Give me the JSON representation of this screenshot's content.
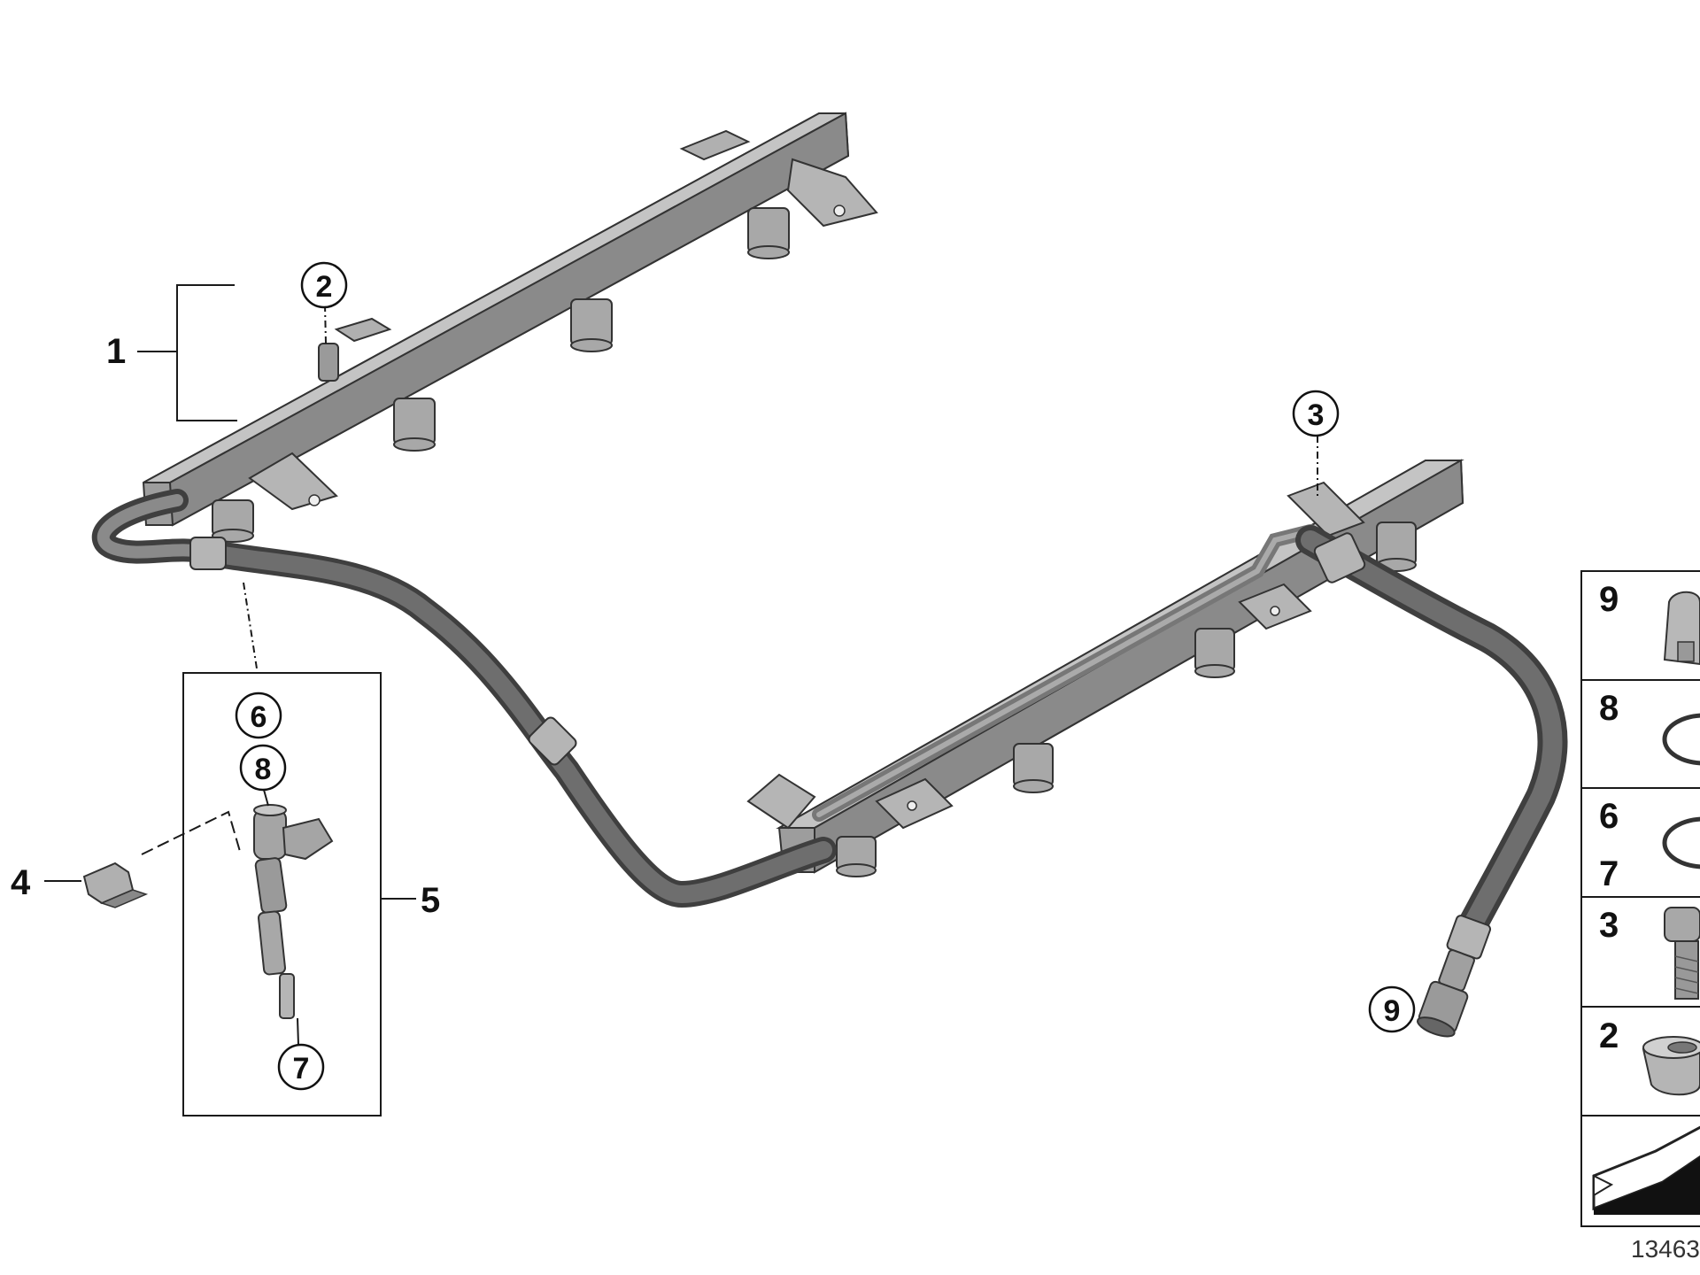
{
  "diagram": {
    "callouts": [
      {
        "id": "1",
        "label": "1"
      },
      {
        "id": "2",
        "label": "2"
      },
      {
        "id": "3",
        "label": "3"
      },
      {
        "id": "4",
        "label": "4"
      },
      {
        "id": "5",
        "label": "5"
      },
      {
        "id": "6",
        "label": "6"
      },
      {
        "id": "7",
        "label": "7"
      },
      {
        "id": "8",
        "label": "8"
      },
      {
        "id": "9-left",
        "label": "9"
      }
    ],
    "legend": {
      "items": [
        {
          "label": "9",
          "icon": "clip-icon"
        },
        {
          "label": "8",
          "icon": "o-ring-icon"
        },
        {
          "label": "6",
          "label2": "7",
          "icon": "o-ring-icon"
        },
        {
          "label": "3",
          "icon": "bolt-icon"
        },
        {
          "label": "2",
          "icon": "cap-icon"
        }
      ]
    },
    "diagram_number": "13463"
  },
  "colors": {
    "part_fill": "#9a9a9a",
    "part_dark": "#5f5f5f",
    "part_light": "#c8c8c8",
    "hose": "#6a6a6a",
    "line": "#1a1a1a"
  }
}
